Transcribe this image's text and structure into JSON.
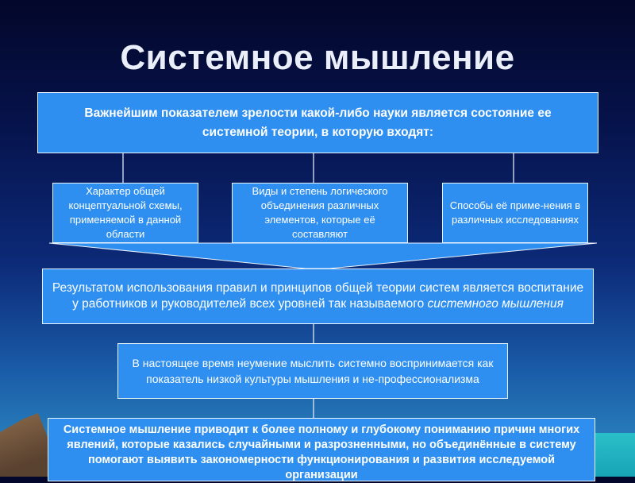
{
  "slide": {
    "title": "Системное мышление",
    "top_box": "Важнейшим показателем зрелости какой-либо науки является состояние ее системной теории, в которую входят:",
    "components": [
      "Характер общей концептуальной схемы, применяемой в данной области",
      "Виды и степень логического объединения различных элементов, которые её составляют",
      "Способы её приме-нения в различных исследованиях"
    ],
    "result_box": {
      "text": "Результатом использования правил и принципов общей теории систем является воспитание у работников и руководителей всех уровней так называемого",
      "emphasis": "системного мышления"
    },
    "now_box": "В настоящее время неумение мыслить системно воспринимается как показатель низкой культуры мышления и не-профессионализма",
    "bottom_box": "Системное мышление приводит к более полному и глубокому пониманию причин многих явлений, которые казались случайными и разрозненными, но объединённые в систему помогают выявить закономерности функционирования и развития исследуемой организации"
  },
  "colors": {
    "box_fill": "#2e8ff0",
    "box_border": "#eaf4ff",
    "title_text": "#e9eef8",
    "funnel_fill": "#2e8ff0"
  }
}
